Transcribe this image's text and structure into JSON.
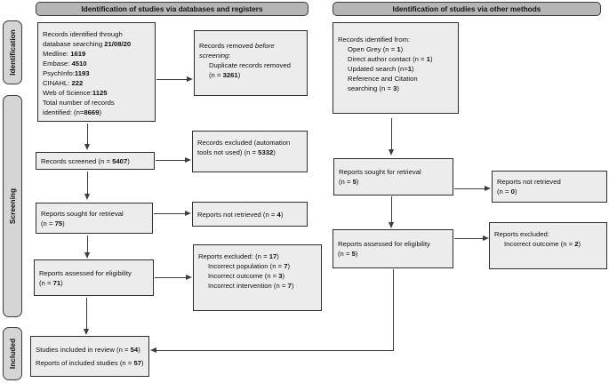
{
  "diagram": {
    "headers": {
      "databases": "Identification of studies via databases and registers",
      "other": "Identification of studies via other methods"
    },
    "stages": {
      "identification": "Identification",
      "screening": "Screening",
      "included": "Included"
    },
    "boxes": {
      "db_identified": {
        "lines": [
          {
            "segments": [
              {
                "text": "Records identified through"
              }
            ]
          },
          {
            "segments": [
              {
                "text": "database searching "
              },
              {
                "text": "21/08/20",
                "bold": true
              }
            ]
          },
          {
            "segments": [
              {
                "text": "Medline: "
              },
              {
                "text": "1619",
                "bold": true
              }
            ]
          },
          {
            "segments": [
              {
                "text": "Embase: "
              },
              {
                "text": "4510",
                "bold": true
              }
            ]
          },
          {
            "segments": [
              {
                "text": "PsychInfo:"
              },
              {
                "text": "1193",
                "bold": true
              }
            ]
          },
          {
            "segments": [
              {
                "text": "CINAHL: "
              },
              {
                "text": "222",
                "bold": true
              }
            ]
          },
          {
            "segments": [
              {
                "text": "Web of Science:"
              },
              {
                "text": "1125",
                "bold": true
              }
            ]
          },
          {
            "segments": [
              {
                "text": "Total number of records"
              }
            ]
          },
          {
            "segments": [
              {
                "text": "identified: (n="
              },
              {
                "text": "8669",
                "bold": true
              },
              {
                "text": ")"
              }
            ]
          }
        ]
      },
      "db_removed": {
        "lines": [
          {
            "segments": [
              {
                "text": "Records removed "
              },
              {
                "text": "before",
                "italic": true
              }
            ]
          },
          {
            "segments": [
              {
                "text": "screening",
                "italic": true
              },
              {
                "text": ":"
              }
            ]
          },
          {
            "indent": true,
            "segments": [
              {
                "text": "Duplicate records removed"
              }
            ]
          },
          {
            "indent": true,
            "segments": [
              {
                "text": "(n = "
              },
              {
                "text": "3261",
                "bold": true
              },
              {
                "text": ")"
              }
            ]
          }
        ]
      },
      "db_screened": {
        "lines": [
          {
            "segments": [
              {
                "text": "Records screened (n = "
              },
              {
                "text": "5407",
                "bold": true
              },
              {
                "text": ")"
              }
            ]
          }
        ]
      },
      "db_screen_excluded": {
        "lines": [
          {
            "segments": [
              {
                "text": "Records excluded (automation"
              }
            ]
          },
          {
            "segments": [
              {
                "text": "tools not used) (n = "
              },
              {
                "text": "5332",
                "bold": true
              },
              {
                "text": ")"
              }
            ]
          }
        ]
      },
      "db_sought": {
        "lines": [
          {
            "segments": [
              {
                "text": "Reports sought for retrieval"
              }
            ]
          },
          {
            "segments": [
              {
                "text": "(n = "
              },
              {
                "text": "75",
                "bold": true
              },
              {
                "text": ")"
              }
            ]
          }
        ]
      },
      "db_not_retrieved": {
        "lines": [
          {
            "segments": [
              {
                "text": "Reports not retrieved (n = "
              },
              {
                "text": "4",
                "bold": true
              },
              {
                "text": ")"
              }
            ]
          }
        ]
      },
      "db_eligibility": {
        "lines": [
          {
            "segments": [
              {
                "text": "Reports assessed for eligibility"
              }
            ]
          },
          {
            "segments": [
              {
                "text": "(n = "
              },
              {
                "text": "71",
                "bold": true
              },
              {
                "text": ")"
              }
            ]
          }
        ]
      },
      "db_excluded": {
        "lines": [
          {
            "segments": [
              {
                "text": "Reports excluded: (n = "
              },
              {
                "text": "17",
                "bold": true
              },
              {
                "text": ")"
              }
            ]
          },
          {
            "indent": true,
            "segments": [
              {
                "text": "Incorrect population (n = "
              },
              {
                "text": "7",
                "bold": true
              },
              {
                "text": ")"
              }
            ]
          },
          {
            "indent": true,
            "segments": [
              {
                "text": "Incorrect outcome (n = "
              },
              {
                "text": "3",
                "bold": true
              },
              {
                "text": ")"
              }
            ]
          },
          {
            "indent": true,
            "segments": [
              {
                "text": "Incorrect intervention (n = "
              },
              {
                "text": "7",
                "bold": true
              },
              {
                "text": ")"
              }
            ]
          }
        ]
      },
      "included": {
        "lines": [
          {
            "segments": [
              {
                "text": "Studies included in review (n = "
              },
              {
                "text": "54",
                "bold": true
              },
              {
                "text": ")"
              }
            ]
          },
          {
            "segments": [
              {
                "text": "Reports of included studies (n = "
              },
              {
                "text": "57",
                "bold": true
              },
              {
                "text": ")"
              }
            ]
          }
        ]
      },
      "om_identified": {
        "lines": [
          {
            "segments": [
              {
                "text": "Records identified from:"
              }
            ]
          },
          {
            "indent": true,
            "segments": [
              {
                "text": "Open Grey (n = "
              },
              {
                "text": "1",
                "bold": true
              },
              {
                "text": ")"
              }
            ]
          },
          {
            "indent": true,
            "segments": [
              {
                "text": "Direct author contact (n = "
              },
              {
                "text": "1",
                "bold": true
              },
              {
                "text": ")"
              }
            ]
          },
          {
            "indent": true,
            "segments": [
              {
                "text": "Updated search (n="
              },
              {
                "text": "1",
                "bold": true
              },
              {
                "text": ")"
              }
            ]
          },
          {
            "indent": true,
            "segments": [
              {
                "text": "Reference and Citation"
              }
            ]
          },
          {
            "indent": true,
            "segments": [
              {
                "text": "searching (n = "
              },
              {
                "text": "3",
                "bold": true
              },
              {
                "text": ")"
              }
            ]
          }
        ]
      },
      "om_sought": {
        "lines": [
          {
            "segments": [
              {
                "text": "Reports sought for retrieval"
              }
            ]
          },
          {
            "segments": [
              {
                "text": "(n = "
              },
              {
                "text": "5",
                "bold": true
              },
              {
                "text": ")"
              }
            ]
          }
        ]
      },
      "om_not_retrieved": {
        "lines": [
          {
            "segments": [
              {
                "text": "Reports not retrieved"
              }
            ]
          },
          {
            "segments": [
              {
                "text": "(n = "
              },
              {
                "text": "0",
                "bold": true
              },
              {
                "text": ")"
              }
            ]
          }
        ]
      },
      "om_eligibility": {
        "lines": [
          {
            "segments": [
              {
                "text": "Reports assessed for eligibility"
              }
            ]
          },
          {
            "segments": [
              {
                "text": "(n = "
              },
              {
                "text": "5",
                "bold": true
              },
              {
                "text": ")"
              }
            ]
          }
        ]
      },
      "om_excluded": {
        "lines": [
          {
            "segments": [
              {
                "text": "Reports excluded:"
              }
            ]
          },
          {
            "indent": true,
            "segments": [
              {
                "text": "Incorrect outcome (n = "
              },
              {
                "text": "2",
                "bold": true
              },
              {
                "text": ")"
              }
            ]
          }
        ]
      }
    },
    "colors": {
      "background": "#ffffff",
      "box_fill": "#ececec",
      "header_fill": "#b5b5b5",
      "stage_fill": "#d5d5d5",
      "border": "#2e2e2e",
      "arrow": "#3d3d3d"
    }
  }
}
